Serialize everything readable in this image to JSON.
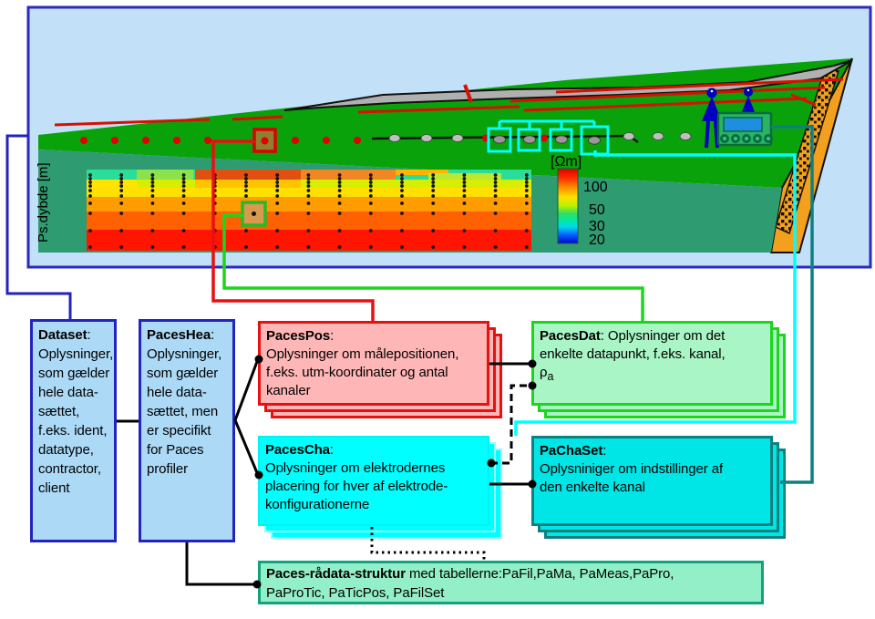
{
  "illustration": {
    "depth_axis_label": "Ps.dybde [m]",
    "colorbar": {
      "unit_label": "[Ωm]",
      "ticks": [
        "100",
        "50",
        "30",
        "20"
      ]
    },
    "dot_grid": {
      "col_start": 99,
      "col_step": 34.2,
      "col_count": 15,
      "depths": [
        192,
        196,
        200,
        204,
        209,
        215,
        223,
        234,
        253,
        271
      ]
    },
    "surface_red_dots_x": [
      92,
      126,
      160,
      194,
      228,
      290,
      324,
      358,
      392
    ],
    "electrodes_x": [
      433,
      468,
      502,
      690,
      722,
      752
    ],
    "square_electrodes": [
      [
        548,
        153
      ],
      [
        581,
        153
      ],
      [
        616,
        153
      ],
      [
        652,
        154
      ]
    ],
    "line_red_dots_x": [
      533,
      597
    ],
    "colors": {
      "panel_fill": "#C2E0F8",
      "panel_border": "#2A2AC0",
      "grass": "#0AA20A",
      "front_face": "#2E9B70",
      "side_face": "#F2A01E",
      "road": "#B0B0B0",
      "survey_line_red": "#D81000",
      "connector_red": "#E81010",
      "connector_green": "#1ED51E",
      "connector_cyan": "#00FFFF",
      "connector_teal": "#0E8080",
      "connector_blue": "#2323BE"
    }
  },
  "boxes": {
    "dataset": {
      "title": "Dataset",
      "body": ":\nOplysninger,\nsom gælder\nhele data-\nsættet,\nf.eks. ident,\ndatatype,\ncontractor,\nclient"
    },
    "paceshea": {
      "title": "PacesHea",
      "body": ":\nOplysninger,\nsom gælder\nhele data-\nsættet, men\ner specifikt\nfor Paces\nprofiler"
    },
    "pacespos": {
      "title": "PacesPos",
      "body": ":\nOplysninger om målepositionen,\nf.eks. utm-koordinater og antal\nkanaler"
    },
    "pacescha": {
      "title": "PacesCha",
      "body": ":\nOplysninger om elektrodernes\nplacering for hver af elektrode-\nkonfigurationerne"
    },
    "pacesdat": {
      "title": "PacesDat",
      "body": ": Oplysninger om det\nenkelte datapunkt, f.eks. kanal,\n",
      "rho": "ρ",
      "rho_sub": "a"
    },
    "pachaset": {
      "title": "PaChaSet",
      "body": ":\nOplysniniger om indstillinger af\nden enkelte kanal"
    },
    "bottom": {
      "title": "Paces-rådata-struktur",
      "body": " med tabellerne:PaFil,PaMa, PaMeas,PaPro,\nPaProTic, PaTicPos, PaFilSet"
    }
  }
}
